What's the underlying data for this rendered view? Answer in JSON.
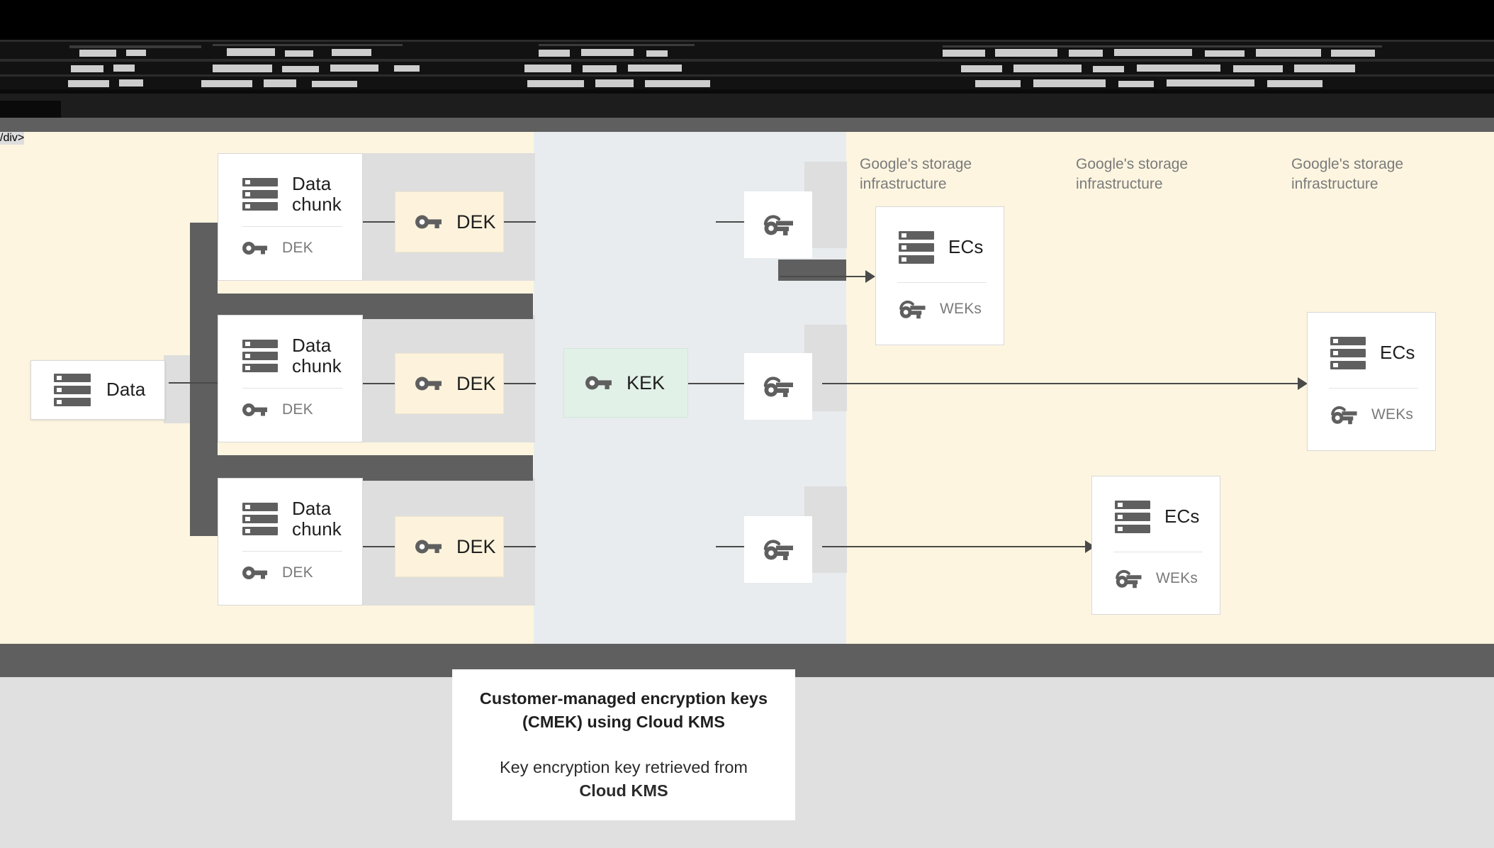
{
  "top_banner": {
    "state": "obscured",
    "note": "Heavily distorted/redacted dark banner; text not legible"
  },
  "diagram": {
    "background_color": "#fdf5e0",
    "middle_column_color": "#e8ecee",
    "occlusion_color": "#5f5f5f",
    "source": {
      "label": "Data",
      "icon": "server-icon"
    },
    "chunks": [
      {
        "title": "Data chunk",
        "icon": "server-icon",
        "key_label": "DEK",
        "key_icon": "key-icon"
      },
      {
        "title": "Data chunk",
        "icon": "server-icon",
        "key_label": "DEK",
        "key_icon": "key-icon"
      },
      {
        "title": "Data chunk",
        "icon": "server-icon",
        "key_label": "DEK",
        "key_icon": "key-icon"
      }
    ],
    "deks": [
      {
        "label": "DEK",
        "icon": "key-icon",
        "color": "#fdf3dc"
      },
      {
        "label": "DEK",
        "icon": "key-icon",
        "color": "#fdf3dc"
      },
      {
        "label": "DEK",
        "icon": "key-icon",
        "color": "#fdf3dc"
      }
    ],
    "kek": {
      "label": "KEK",
      "icon": "key-icon",
      "color": "#e2f1e8"
    },
    "wrapped_keys": [
      {
        "icon": "wrapped-key-icon"
      },
      {
        "icon": "wrapped-key-icon"
      },
      {
        "icon": "wrapped-key-icon"
      }
    ],
    "infra_labels": [
      "Google's storage\ninfrastructure",
      "Google's storage\ninfrastructure",
      "Google's storage\ninfrastructure"
    ],
    "storage_cards": [
      {
        "title": "ECs",
        "icon": "server-icon",
        "key_label": "WEKs",
        "key_icon": "wrapped-key-icon"
      },
      {
        "title": "ECs",
        "icon": "server-icon",
        "key_label": "WEKs",
        "key_icon": "wrapped-key-icon"
      },
      {
        "title": "ECs",
        "icon": "server-icon",
        "key_label": "WEKs",
        "key_icon": "wrapped-key-icon"
      }
    ]
  },
  "caption": {
    "title_line1": "Customer-managed encryption keys",
    "title_line2": "(CMEK) using Cloud KMS",
    "body_line1": "Key encryption key retrieved from",
    "body_line2": "Cloud KMS"
  }
}
